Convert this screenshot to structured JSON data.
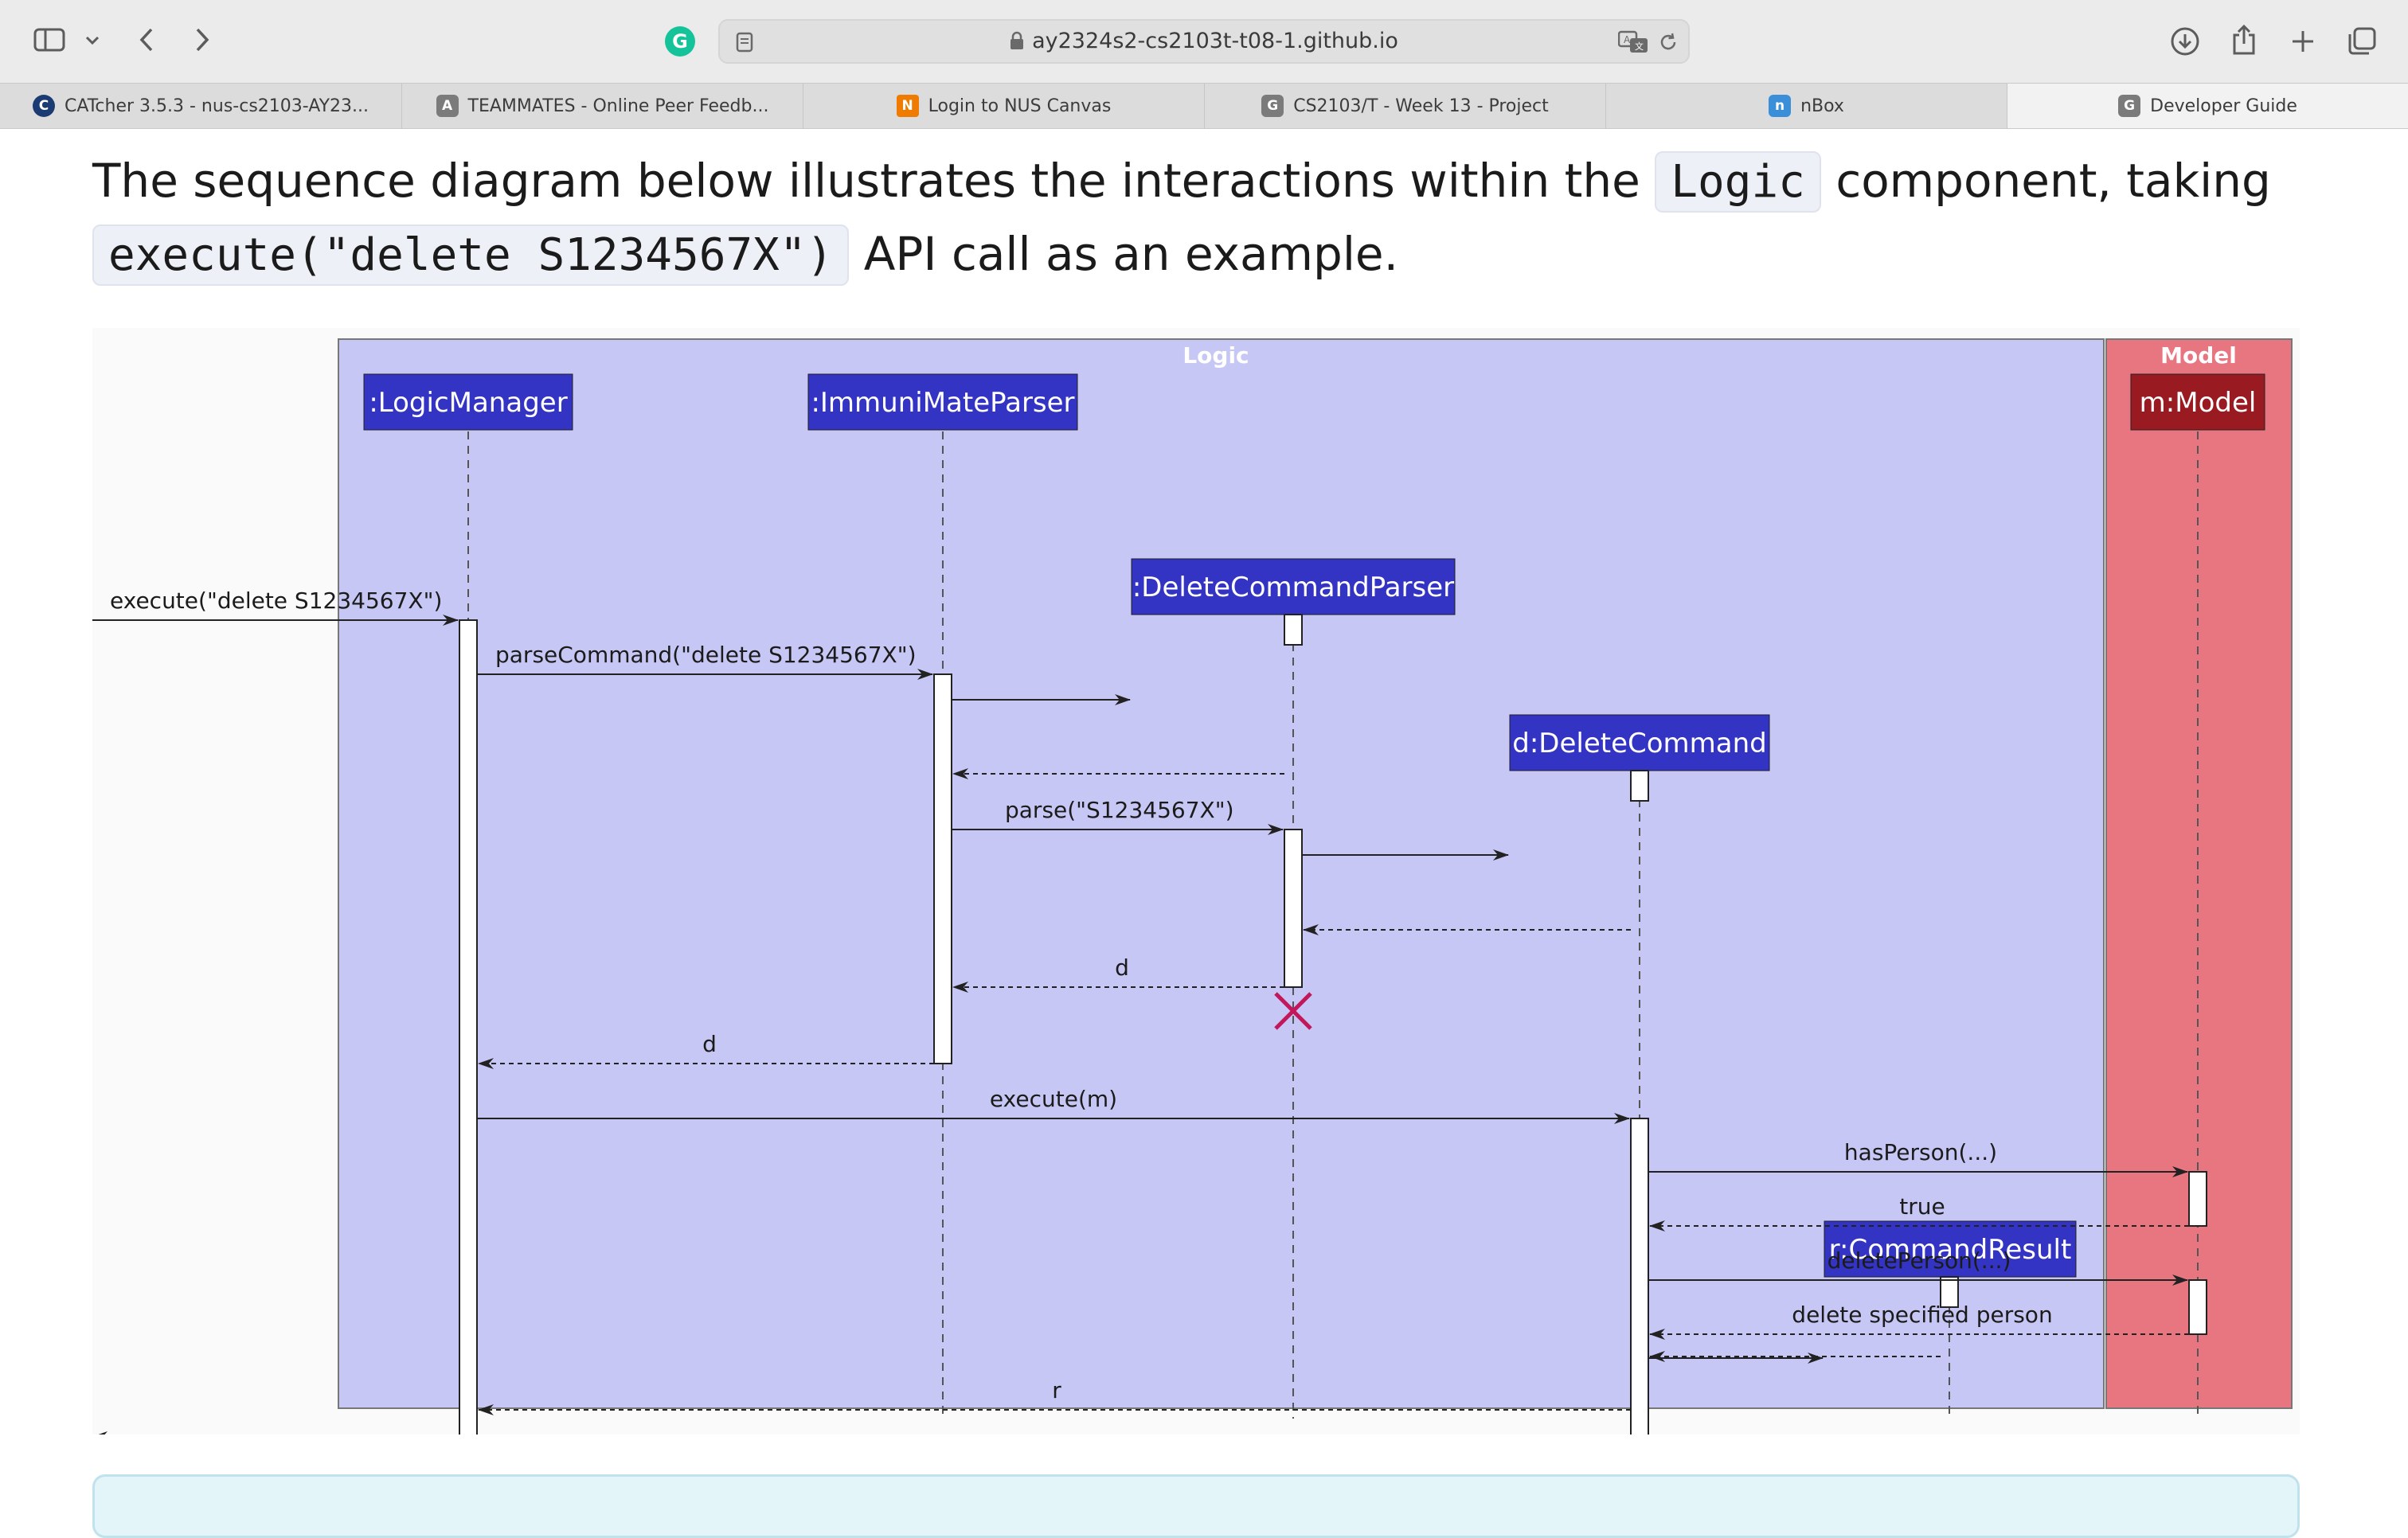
{
  "browser": {
    "url": "ay2324s2-cs2103t-t08-1.github.io",
    "tabs": [
      {
        "label": "CATcher 3.5.3 - nus-cs2103-AY23...",
        "icon": "catcher-icon"
      },
      {
        "label": "TEAMMATES - Online Peer Feedb...",
        "icon": "teammates-icon"
      },
      {
        "label": "Login to NUS Canvas",
        "icon": "nus-icon"
      },
      {
        "label": "CS2103/T - Week 13 - Project",
        "icon": "g-icon"
      },
      {
        "label": "nBox",
        "icon": "nbox-icon"
      },
      {
        "label": "Developer Guide",
        "icon": "g-icon",
        "active": true
      }
    ]
  },
  "content": {
    "intro_part1": "The sequence diagram below illustrates the interactions within the",
    "code_logic": "Logic",
    "intro_part2": "component, taking",
    "code_call": "execute(\"delete S1234567X\")",
    "intro_part3": "API call as an example."
  },
  "diagram": {
    "logic_label": "Logic",
    "model_label": "Model",
    "colors": {
      "logic_bg": "#c7c7f5",
      "model_bg": "#e87681",
      "participant": "#3333c4",
      "model_participant": "#9a1a22",
      "destroy": "#c2185b"
    },
    "participants": {
      "logic_manager": ":LogicManager",
      "parser": ":ImmuniMateParser",
      "delete_parser": ":DeleteCommandParser",
      "delete_command": "d:DeleteCommand",
      "command_result": "r:CommandResult",
      "model": "m:Model"
    },
    "messages": {
      "execute": "execute(\"delete S1234567X\")",
      "parse_command": "parseCommand(\"delete S1234567X\")",
      "parse": "parse(\"S1234567X\")",
      "ret_d1": "d",
      "ret_d2": "d",
      "execute_m": "execute(m)",
      "has_person": "hasPerson(...)",
      "ret_true": "true",
      "delete_person": "deletePerson(...)",
      "ret_delete": "delete specified person",
      "ret_r": "r"
    }
  }
}
